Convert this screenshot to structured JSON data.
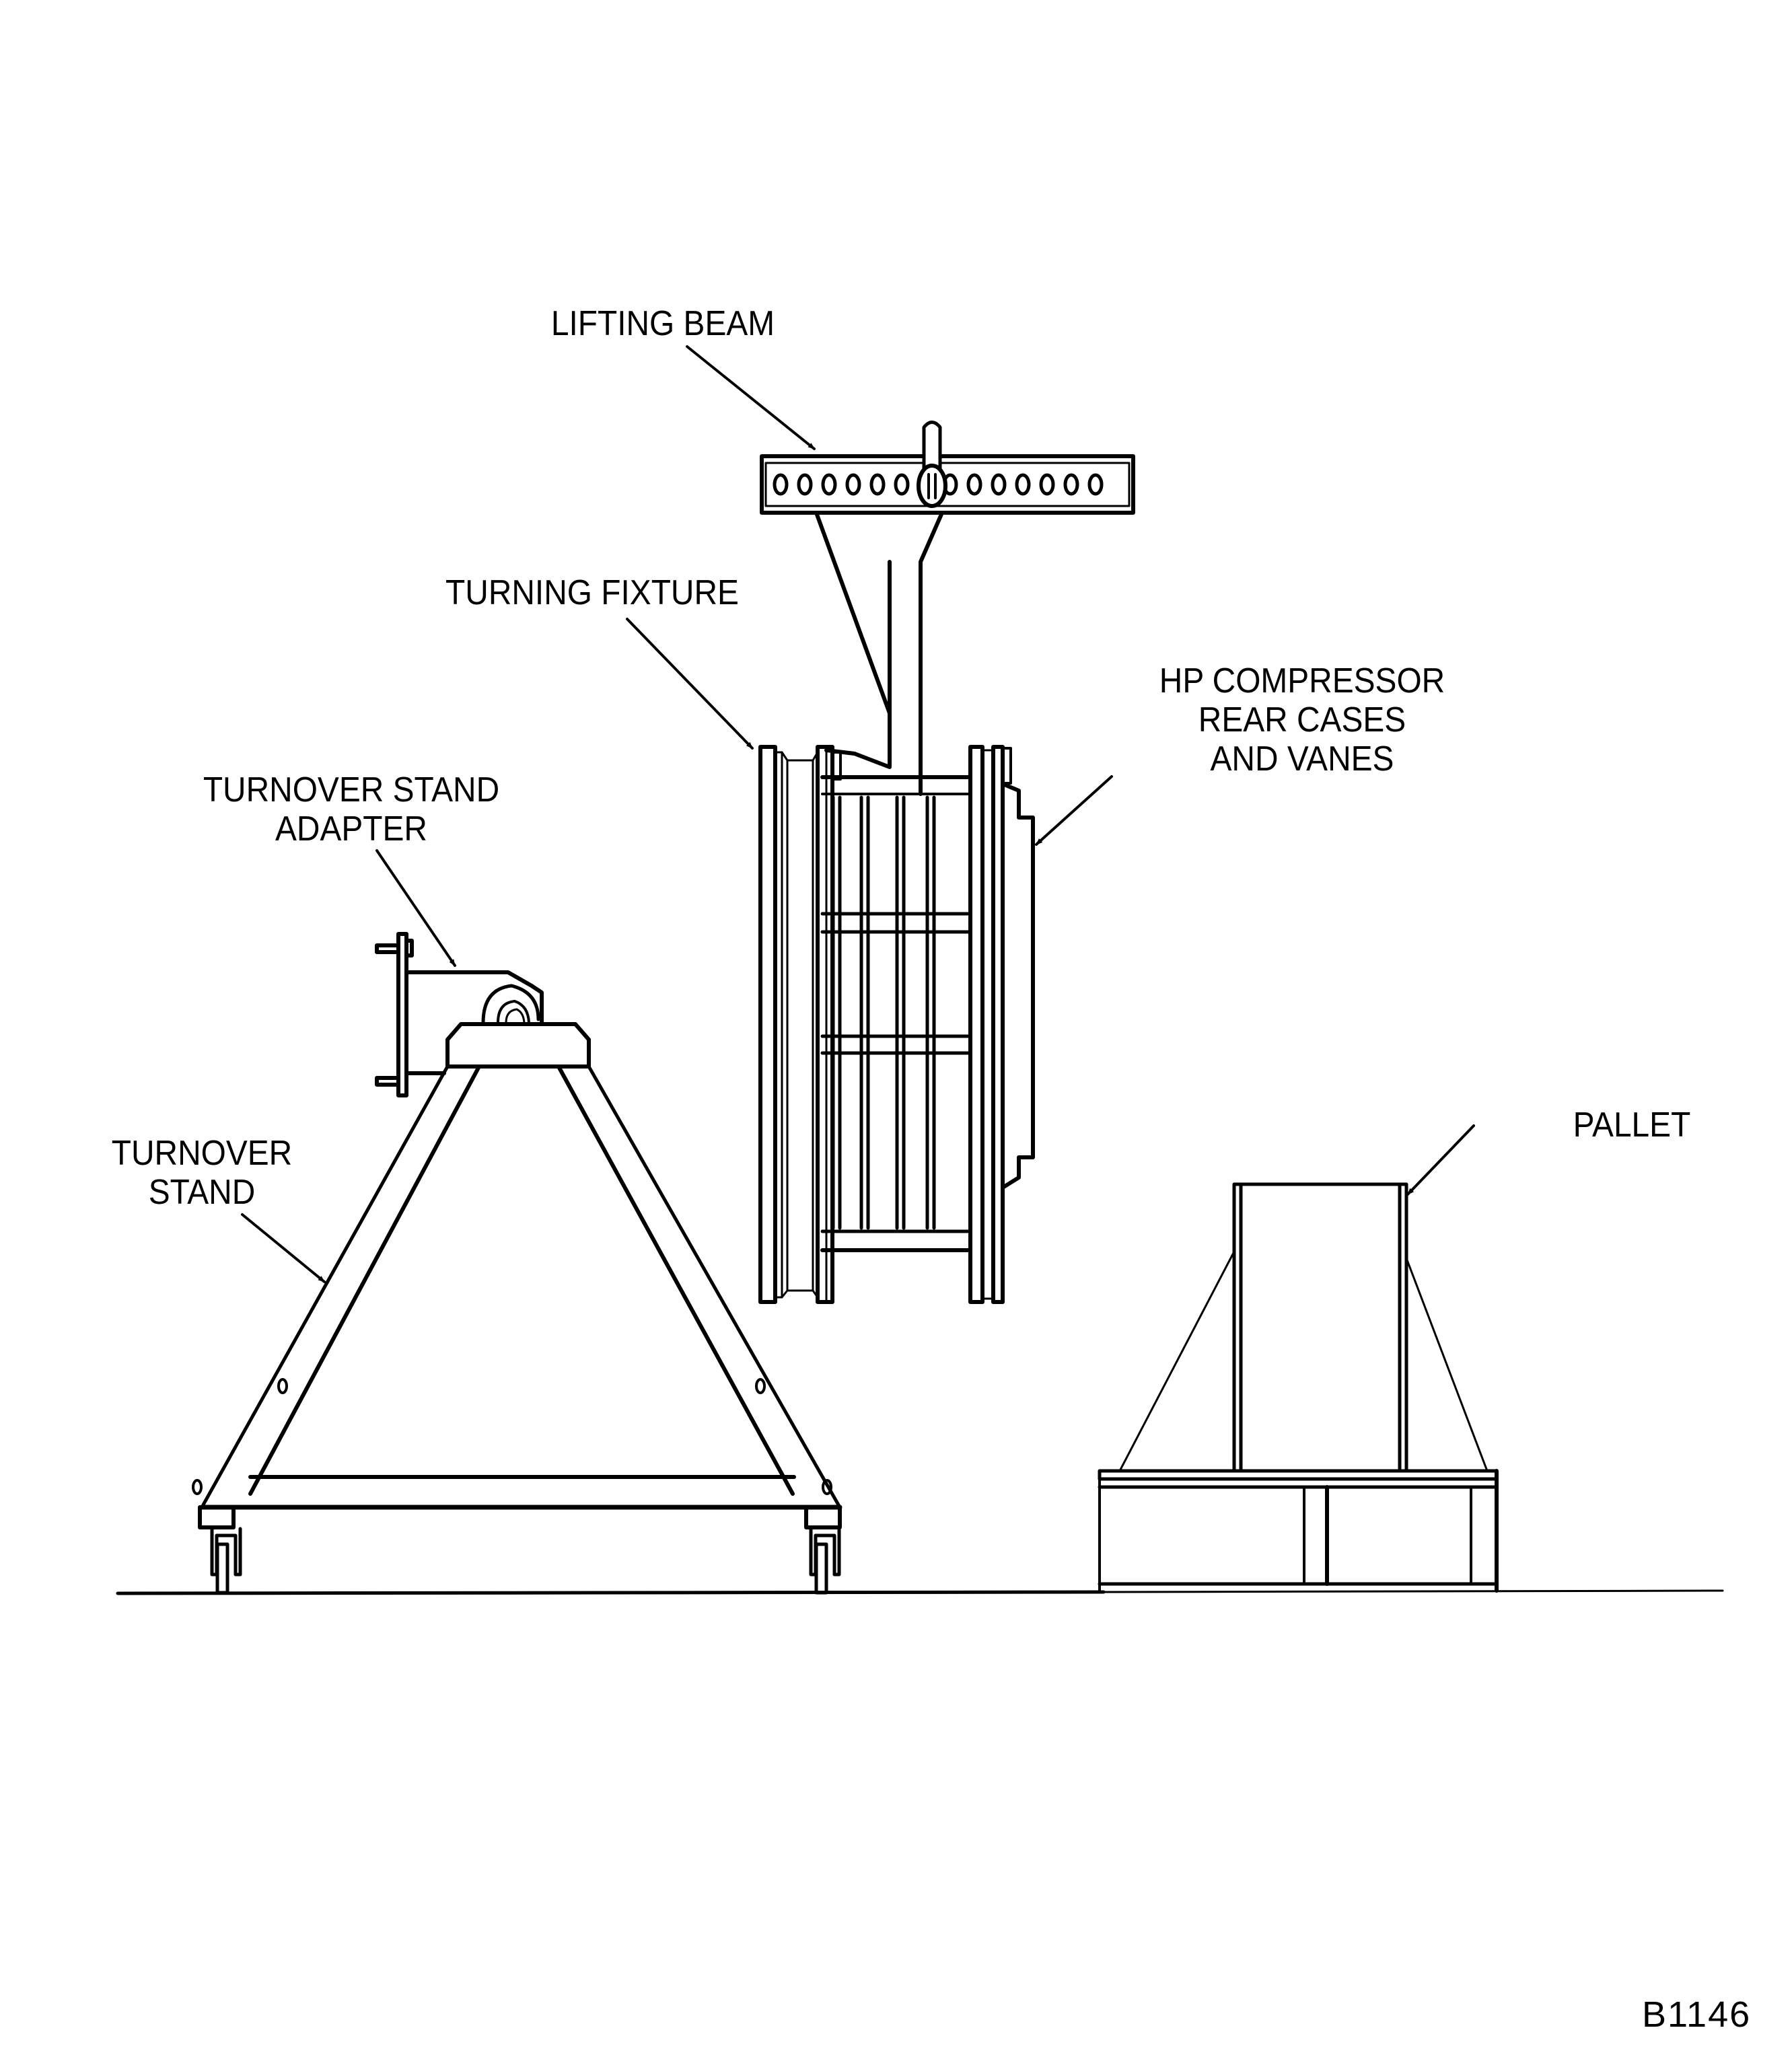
{
  "diagram": {
    "labels": {
      "lifting_beam": "LIFTING BEAM",
      "turning_fixture": "TURNING FIXTURE",
      "hp_compressor": {
        "line1": "HP COMPRESSOR",
        "line2": "REAR CASES",
        "line3": "AND VANES"
      },
      "turnover_stand_adapter": {
        "line1": "TURNOVER STAND",
        "line2": "ADAPTER"
      },
      "turnover_stand": {
        "line1": "TURNOVER",
        "line2": "STAND"
      },
      "pallet": "PALLET"
    },
    "figure_id": "B1146",
    "components": [
      "lifting-beam",
      "turning-fixture",
      "hp-compressor-rear-cases-and-vanes",
      "turnover-stand-adapter",
      "turnover-stand",
      "pallet",
      "floor-line"
    ]
  }
}
